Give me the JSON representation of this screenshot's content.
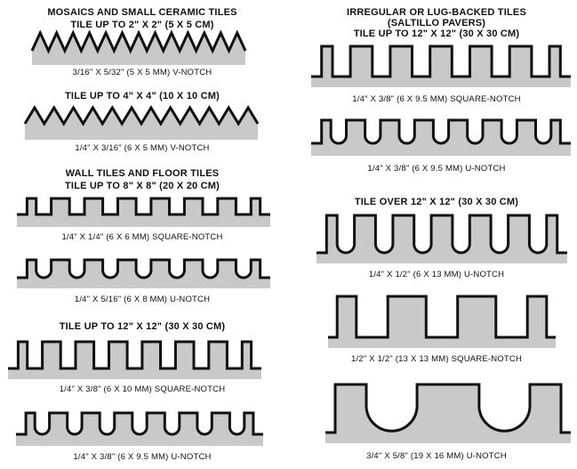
{
  "colors": {
    "fill": "#c9c9c9",
    "stroke": "#111111",
    "background": "#ffffff"
  },
  "left_column": {
    "section_mosaics": {
      "heading": "MOSAICS AND SMALL CERAMIC TILES",
      "sub": "TILE UP TO 2\" X 2\" (5 X 5 CM)",
      "caption_1": "3/16\" X 5/32\" (5 X 5 MM) V-NOTCH",
      "sub_2": "TILE UP TO 4\" X 4\" (10 X 10 CM)",
      "caption_2": "1/4\" X 3/16\" (6 X 5 MM) V-NOTCH"
    },
    "section_wall_floor": {
      "heading": "WALL TILES AND FLOOR TILES",
      "sub": "TILE UP TO 8\" X 8\" (20 X 20 CM)",
      "caption_1": "1/4\" X 1/4\" (6 X 6 MM) SQUARE-NOTCH",
      "caption_2": "1/4\" X 5/16\" (6 X 8 MM) U-NOTCH"
    },
    "section_12": {
      "sub": "TILE UP TO 12\" X 12\" (30 X 30 CM)",
      "caption_1": "1/4\" X 3/8\" (6 X 10 MM) SQUARE-NOTCH",
      "caption_2": "1/4\" X 3/8\" (6 X 9.5 MM) U-NOTCH"
    }
  },
  "right_column": {
    "section_irregular": {
      "heading_1": "IRREGULAR OR LUG-BACKED TILES",
      "heading_2": "(SALTILLO PAVERS)",
      "sub": "TILE UP TO 12\" X 12\" (30 X 30 CM)",
      "caption_1": "1/4\" X 3/8\" (6 X 9.5 MM) SQUARE-NOTCH",
      "caption_2": "1/4\" X 3/8\" (6 X 9.5 MM) U-NOTCH"
    },
    "section_over12": {
      "sub": "TILE OVER 12\" X 12\" (30 X 30 CM)",
      "caption_1": "1/4\" X 1/2\" (6 X 13 MM) U-NOTCH",
      "caption_2": "1/2\" X 1/2\" (13 X 13 MM) SQUARE-NOTCH",
      "caption_3": "3/4\" X 5/8\" (19 X 16 MM) U-NOTCH"
    }
  },
  "trowels": [
    {
      "name": "v-notch-5x5",
      "shape": "v",
      "teeth": 13
    },
    {
      "name": "v-notch-6x5",
      "shape": "v",
      "teeth": 12
    },
    {
      "name": "square-notch-6x6",
      "shape": "square",
      "teeth": 7
    },
    {
      "name": "u-notch-6x8",
      "shape": "u",
      "teeth": 7
    },
    {
      "name": "square-notch-6x10",
      "shape": "square",
      "teeth": 7
    },
    {
      "name": "u-notch-6x9-5-left",
      "shape": "u",
      "teeth": 7
    },
    {
      "name": "square-notch-6x9-5",
      "shape": "square",
      "teeth": 6
    },
    {
      "name": "u-notch-6x9-5-right",
      "shape": "u",
      "teeth": 7
    },
    {
      "name": "u-notch-6x13",
      "shape": "u",
      "teeth": 6
    },
    {
      "name": "square-notch-13x13",
      "shape": "square",
      "teeth": 3
    },
    {
      "name": "u-notch-19x16",
      "shape": "u",
      "teeth": 2
    }
  ]
}
